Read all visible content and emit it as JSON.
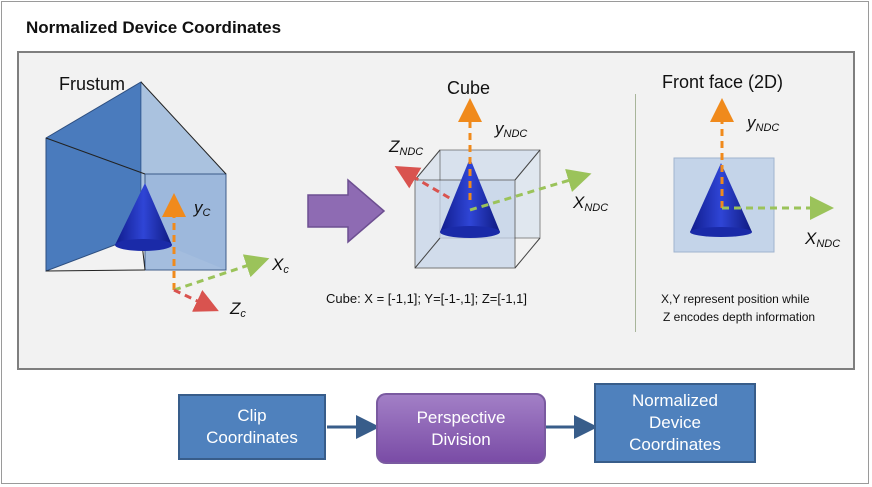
{
  "title": "Normalized Device Coordinates",
  "sections": {
    "frustum": "Frustum",
    "cube": "Cube",
    "front_face": "Front face (2D)"
  },
  "axes": {
    "yc": "y",
    "yc_sub": "C",
    "xc": "X",
    "xc_sub": "c",
    "zc": "Z",
    "zc_sub": "c",
    "ndc_y": "y",
    "ndc_y_sub": "NDC",
    "ndc_z": "Z",
    "ndc_z_sub": "NDC",
    "ndc_x": "X",
    "ndc_x_sub": "NDC",
    "ff_y": "y",
    "ff_y_sub": "NDC",
    "ff_x": "X",
    "ff_x_sub": "NDC"
  },
  "cube_range": "Cube: X = [-1,1]; Y=[-1-,1]; Z=[-1,1]",
  "front_note_line1": "X,Y represent position while",
  "front_note_line2": "Z encodes depth information",
  "pipeline": {
    "clip_line1": "Clip",
    "clip_line2": "Coordinates",
    "persp_line1": "Perspective",
    "persp_line2": "Division",
    "ndc_line1": "Normalized",
    "ndc_line2": "Device",
    "ndc_line3": "Coordinates"
  },
  "colors": {
    "cone_blue": "#1f2fb0",
    "frustum_blue": "#4f7fbd",
    "y_axis_orange": "#f08a1c",
    "x_axis_green": "#9bc35a",
    "z_axis_red": "#d9534f",
    "purple_arrow": "#8e6bb3",
    "box_blue": "#4f81bd",
    "box_purple": "#8e5fb8"
  }
}
